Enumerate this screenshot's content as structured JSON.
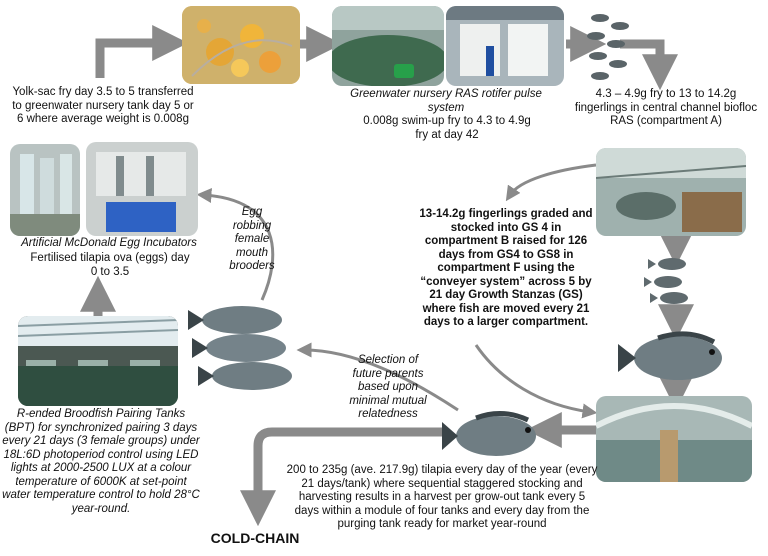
{
  "steps": {
    "yolk_sac": "Yolk-sac fry day 3.5 to 5 transferred to greenwater nursery tank day 5 or 6 where average weight is 0.008g",
    "greenwater_title": "Greenwater nursery RAS rotifer pulse system",
    "greenwater_desc": "0.008g swim-up fry to 4.3 to 4.9g fry at day 42",
    "fry_to_fingerling": "4.3 – 4.9g fry to 13 to 14.2g fingerlings in central channel biofloc RAS (compartment A)",
    "incubator_title": "Artificial McDonald Egg Incubators",
    "incubator_desc": "Fertilised tilapia ova (eggs) day  0 to 3.5",
    "egg_robbing": "Egg robbing female mouth brooders",
    "grow_stanza": "13-14.2g fingerlings graded and stocked into GS 4 in compartment B raised for 126 days from GS4 to GS8 in compartment F using the “conveyer system” across 5 by 21 day Growth Stanzas (GS) where fish are moved every 21 days to a larger compartment.",
    "parent_selection": "Selection of future parents based upon minimal mutual relatedness",
    "broodfish": "R-ended Broodfish Pairing Tanks (BPT) for synchronized pairing 3 days every 21 days (3 female groups) under 18L:6D photoperiod control using LED lights at 2000-2500 LUX at a colour temperature of 6000K at set-point water temperature control to hold 28°C year-round.",
    "harvest": "200 to 235g (ave. 217.9g) tilapia every day of the year (every 21 days/tank) where sequential staggered stocking and harvesting results in a harvest per grow-out tank every 5 days within a module of four tanks and every day from the purging tank ready for market year-round",
    "cold_chain": "COLD-CHAIN"
  },
  "colors": {
    "arrow": "#8a8a8a",
    "fish_body": "#6f7d83",
    "fish_fin": "#3a4448",
    "greenhouse": "#9fb1ae",
    "water_green": "#3f6a4f"
  },
  "icons": [
    "eggs-photo",
    "nursery-tank-photo",
    "rotifer-system-photo",
    "fry-icon",
    "biofloc-raceway-photo",
    "egg-incubator-photo",
    "incubator-lab-photo",
    "tilapia-fish-icon",
    "broodfish-tanks-photo",
    "grow-out-greenhouse-photo"
  ]
}
